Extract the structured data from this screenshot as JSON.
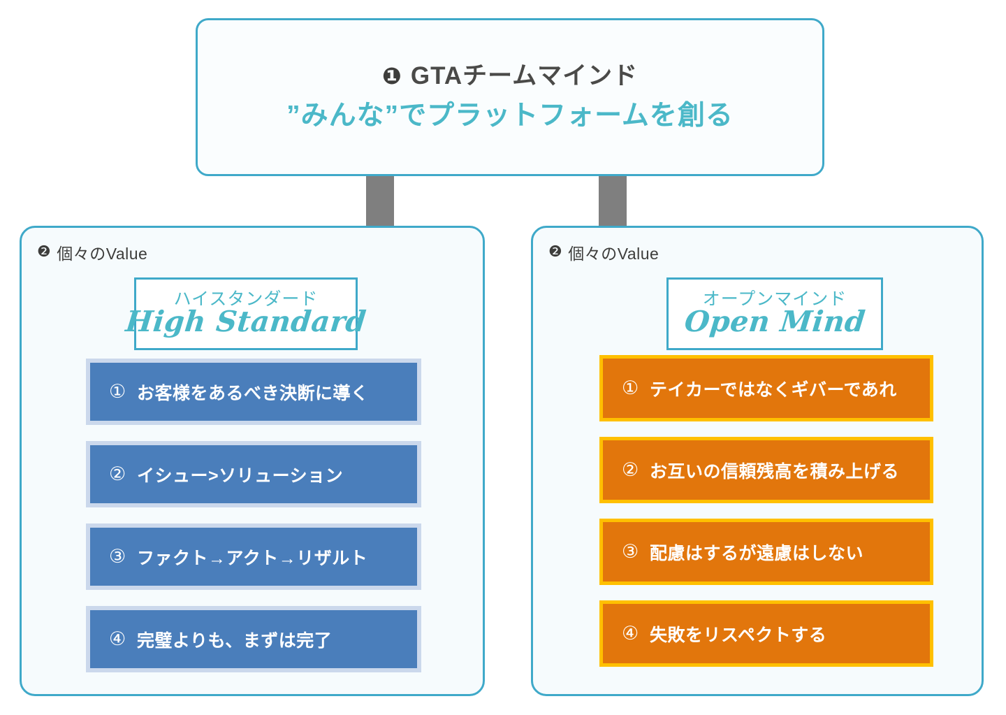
{
  "colors": {
    "teal_border": "#3FA9C9",
    "teal_text": "#4BB8C8",
    "panel_bg": "#F6FBFD",
    "connector_gray": "#7F7F7F",
    "blue_fill": "#4A7EBB",
    "blue_border": "#CBD8EC",
    "orange_fill": "#E2760C",
    "orange_border": "#FFC000",
    "dark_text": "#3D3D3B"
  },
  "top_box": {
    "bullet": "❶",
    "line1": "GTAチームマインド",
    "line2": "”みんな”でプラットフォームを創る"
  },
  "panels": [
    {
      "id": "high-standard",
      "bullet": "❷",
      "head": "個々のValue",
      "brand_jp": "ハイスタンダード",
      "brand_en": "High Standard",
      "items": [
        {
          "num": "①",
          "text": "お客様をあるべき決断に導く"
        },
        {
          "num": "②",
          "text": "イシュー>ソリューション"
        },
        {
          "num": "③",
          "text": "ファクト→アクト→リザルト"
        },
        {
          "num": "④",
          "text": "完璧よりも、まずは完了"
        }
      ]
    },
    {
      "id": "open-mind",
      "bullet": "❷",
      "head": "個々のValue",
      "brand_jp": "オープンマインド",
      "brand_en": "Open Mind",
      "items": [
        {
          "num": "①",
          "text": "テイカーではなくギバーであれ"
        },
        {
          "num": "②",
          "text": "お互いの信頼残高を積み上げる"
        },
        {
          "num": "③",
          "text": "配慮はするが遠慮はしない"
        },
        {
          "num": "④",
          "text": "失敗をリスペクトする"
        }
      ]
    }
  ]
}
